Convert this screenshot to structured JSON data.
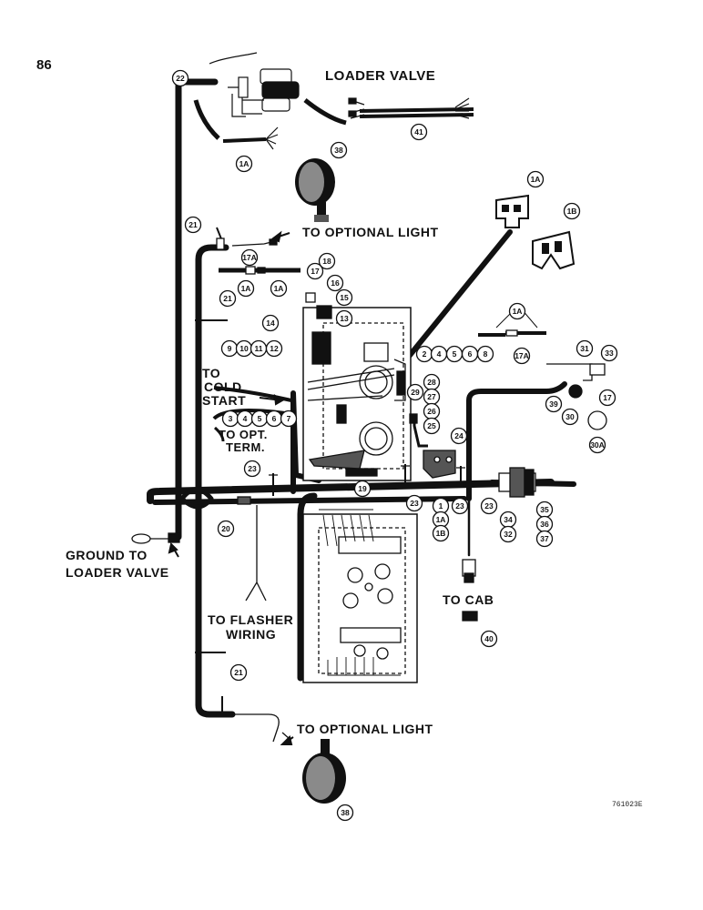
{
  "page_number": "86",
  "reference_code": "761023E",
  "labels": {
    "loader_valve": "LOADER VALVE",
    "to_optional_light_top": "TO OPTIONAL LIGHT",
    "to": "TO",
    "cold": "COLD",
    "start": "START",
    "to_opt": "TO OPT.",
    "term": "TERM.",
    "ground_to": "GROUND TO",
    "loader_valve_2": "LOADER VALVE",
    "to_flasher": "TO FLASHER",
    "wiring": "WIRING",
    "to_cab": "TO CAB",
    "to_optional_light_bottom": "TO OPTIONAL LIGHT"
  },
  "callouts": [
    "22",
    "41",
    "1A",
    "38",
    "1A",
    "1B",
    "21",
    "17A",
    "18",
    "17",
    "1A",
    "1A",
    "16",
    "21",
    "15",
    "14",
    "13",
    "9",
    "10",
    "11",
    "12",
    "2",
    "4",
    "5",
    "6",
    "8",
    "1A",
    "17A",
    "31",
    "33",
    "17",
    "28",
    "27",
    "26",
    "25",
    "29",
    "39",
    "30",
    "3",
    "4",
    "5",
    "6",
    "7",
    "24",
    "30A",
    "23",
    "19",
    "23",
    "1",
    "1A",
    "1B",
    "23",
    "23",
    "34",
    "32",
    "35",
    "36",
    "37",
    "20",
    "40",
    "21",
    "38"
  ],
  "colors": {
    "ink": "#111111",
    "paper": "#ffffff",
    "gray": "#8a8a8a"
  }
}
